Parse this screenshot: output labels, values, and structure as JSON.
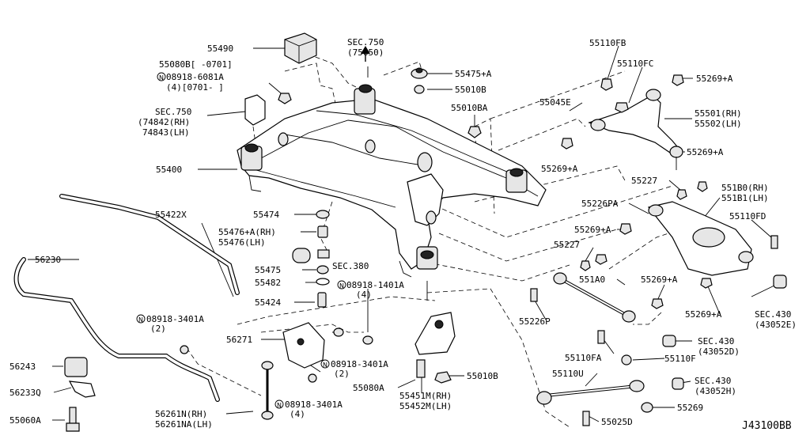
{
  "diagram_code": "J43100BB",
  "labels": [
    {
      "id": "p55490",
      "text": "55490"
    },
    {
      "id": "p55080b",
      "text": "55080B[    -0701]"
    },
    {
      "id": "n08918_6081a",
      "text": "08918-6081A"
    },
    {
      "id": "n08918_6081a_q",
      "text": "(4)[0701-    ]"
    },
    {
      "id": "sec750_a",
      "text": "SEC.750"
    },
    {
      "id": "sec750_a_sub",
      "text": "(75650)"
    },
    {
      "id": "p55475a",
      "text": "55475+A"
    },
    {
      "id": "p55010b_top",
      "text": "55010B"
    },
    {
      "id": "p55010ba",
      "text": "55010BA"
    },
    {
      "id": "sec750_b",
      "text": "SEC.750"
    },
    {
      "id": "p74842",
      "text": "(74842(RH)"
    },
    {
      "id": "p74843",
      "text": "74843(LH)"
    },
    {
      "id": "p55400",
      "text": "55400"
    },
    {
      "id": "p55422x",
      "text": "55422X"
    },
    {
      "id": "p55474",
      "text": "55474"
    },
    {
      "id": "p55476a",
      "text": "55476+A(RH)"
    },
    {
      "id": "p55476",
      "text": "55476(LH)"
    },
    {
      "id": "sec380",
      "text": "SEC.380"
    },
    {
      "id": "p55475",
      "text": "55475"
    },
    {
      "id": "p55482",
      "text": "55482"
    },
    {
      "id": "n08918_1401a",
      "text": "08918-1401A"
    },
    {
      "id": "n08918_1401a_q",
      "text": "(4)"
    },
    {
      "id": "p55424",
      "text": "55424"
    },
    {
      "id": "p56230",
      "text": "56230"
    },
    {
      "id": "n08918_3401a_l",
      "text": "08918-3401A"
    },
    {
      "id": "n08918_3401a_l_q",
      "text": "(2)"
    },
    {
      "id": "p56271",
      "text": "56271"
    },
    {
      "id": "n08918_3401a_m",
      "text": "08918-3401A"
    },
    {
      "id": "n08918_3401a_m_q",
      "text": "(2)"
    },
    {
      "id": "n08918_3401a_b",
      "text": "08918-3401A"
    },
    {
      "id": "n08918_3401a_b_q",
      "text": "(4)"
    },
    {
      "id": "p56243",
      "text": "56243"
    },
    {
      "id": "p56233q",
      "text": "56233Q"
    },
    {
      "id": "p55060a",
      "text": "55060A"
    },
    {
      "id": "p56261n",
      "text": "56261N(RH)"
    },
    {
      "id": "p56261na",
      "text": "56261NA(LH)"
    },
    {
      "id": "p55080a",
      "text": "55080A"
    },
    {
      "id": "p55451m",
      "text": "55451M(RH)"
    },
    {
      "id": "p55452m",
      "text": "55452M(LH)"
    },
    {
      "id": "p55010b_bot",
      "text": "55010B"
    },
    {
      "id": "p55110fb",
      "text": "55110FB"
    },
    {
      "id": "p55110fc",
      "text": "55110FC"
    },
    {
      "id": "p55269a_1",
      "text": "55269+A"
    },
    {
      "id": "p55045e",
      "text": "55045E"
    },
    {
      "id": "p55501",
      "text": "55501(RH)"
    },
    {
      "id": "p55502",
      "text": "55502(LH)"
    },
    {
      "id": "p55269a_2",
      "text": "55269+A"
    },
    {
      "id": "p55269a_3",
      "text": "55269+A"
    },
    {
      "id": "p55227_1",
      "text": "55227"
    },
    {
      "id": "p551b0",
      "text": "551B0(RH)"
    },
    {
      "id": "p551b1",
      "text": "551B1(LH)"
    },
    {
      "id": "p55226pa",
      "text": "55226PA"
    },
    {
      "id": "p55110fd",
      "text": "55110FD"
    },
    {
      "id": "p55269a_4",
      "text": "55269+A"
    },
    {
      "id": "p55227_2",
      "text": "55227"
    },
    {
      "id": "p551a0",
      "text": "551A0"
    },
    {
      "id": "p55269a_5",
      "text": "55269+A"
    },
    {
      "id": "p55226p",
      "text": "55226P"
    },
    {
      "id": "p55269a_6",
      "text": "55269+A"
    },
    {
      "id": "sec430_1",
      "text": "SEC.430"
    },
    {
      "id": "sec430_1_sub",
      "text": "(43052E)"
    },
    {
      "id": "sec430_2",
      "text": "SEC.430"
    },
    {
      "id": "sec430_2_sub",
      "text": "(43052D)"
    },
    {
      "id": "p55110fa",
      "text": "55110FA"
    },
    {
      "id": "p55110f",
      "text": "55110F"
    },
    {
      "id": "p55110u",
      "text": "55110U"
    },
    {
      "id": "sec430_3",
      "text": "SEC.430"
    },
    {
      "id": "sec430_3_sub",
      "text": "(43052H)"
    },
    {
      "id": "p55269",
      "text": "55269"
    },
    {
      "id": "p55025d",
      "text": "55025D"
    }
  ]
}
